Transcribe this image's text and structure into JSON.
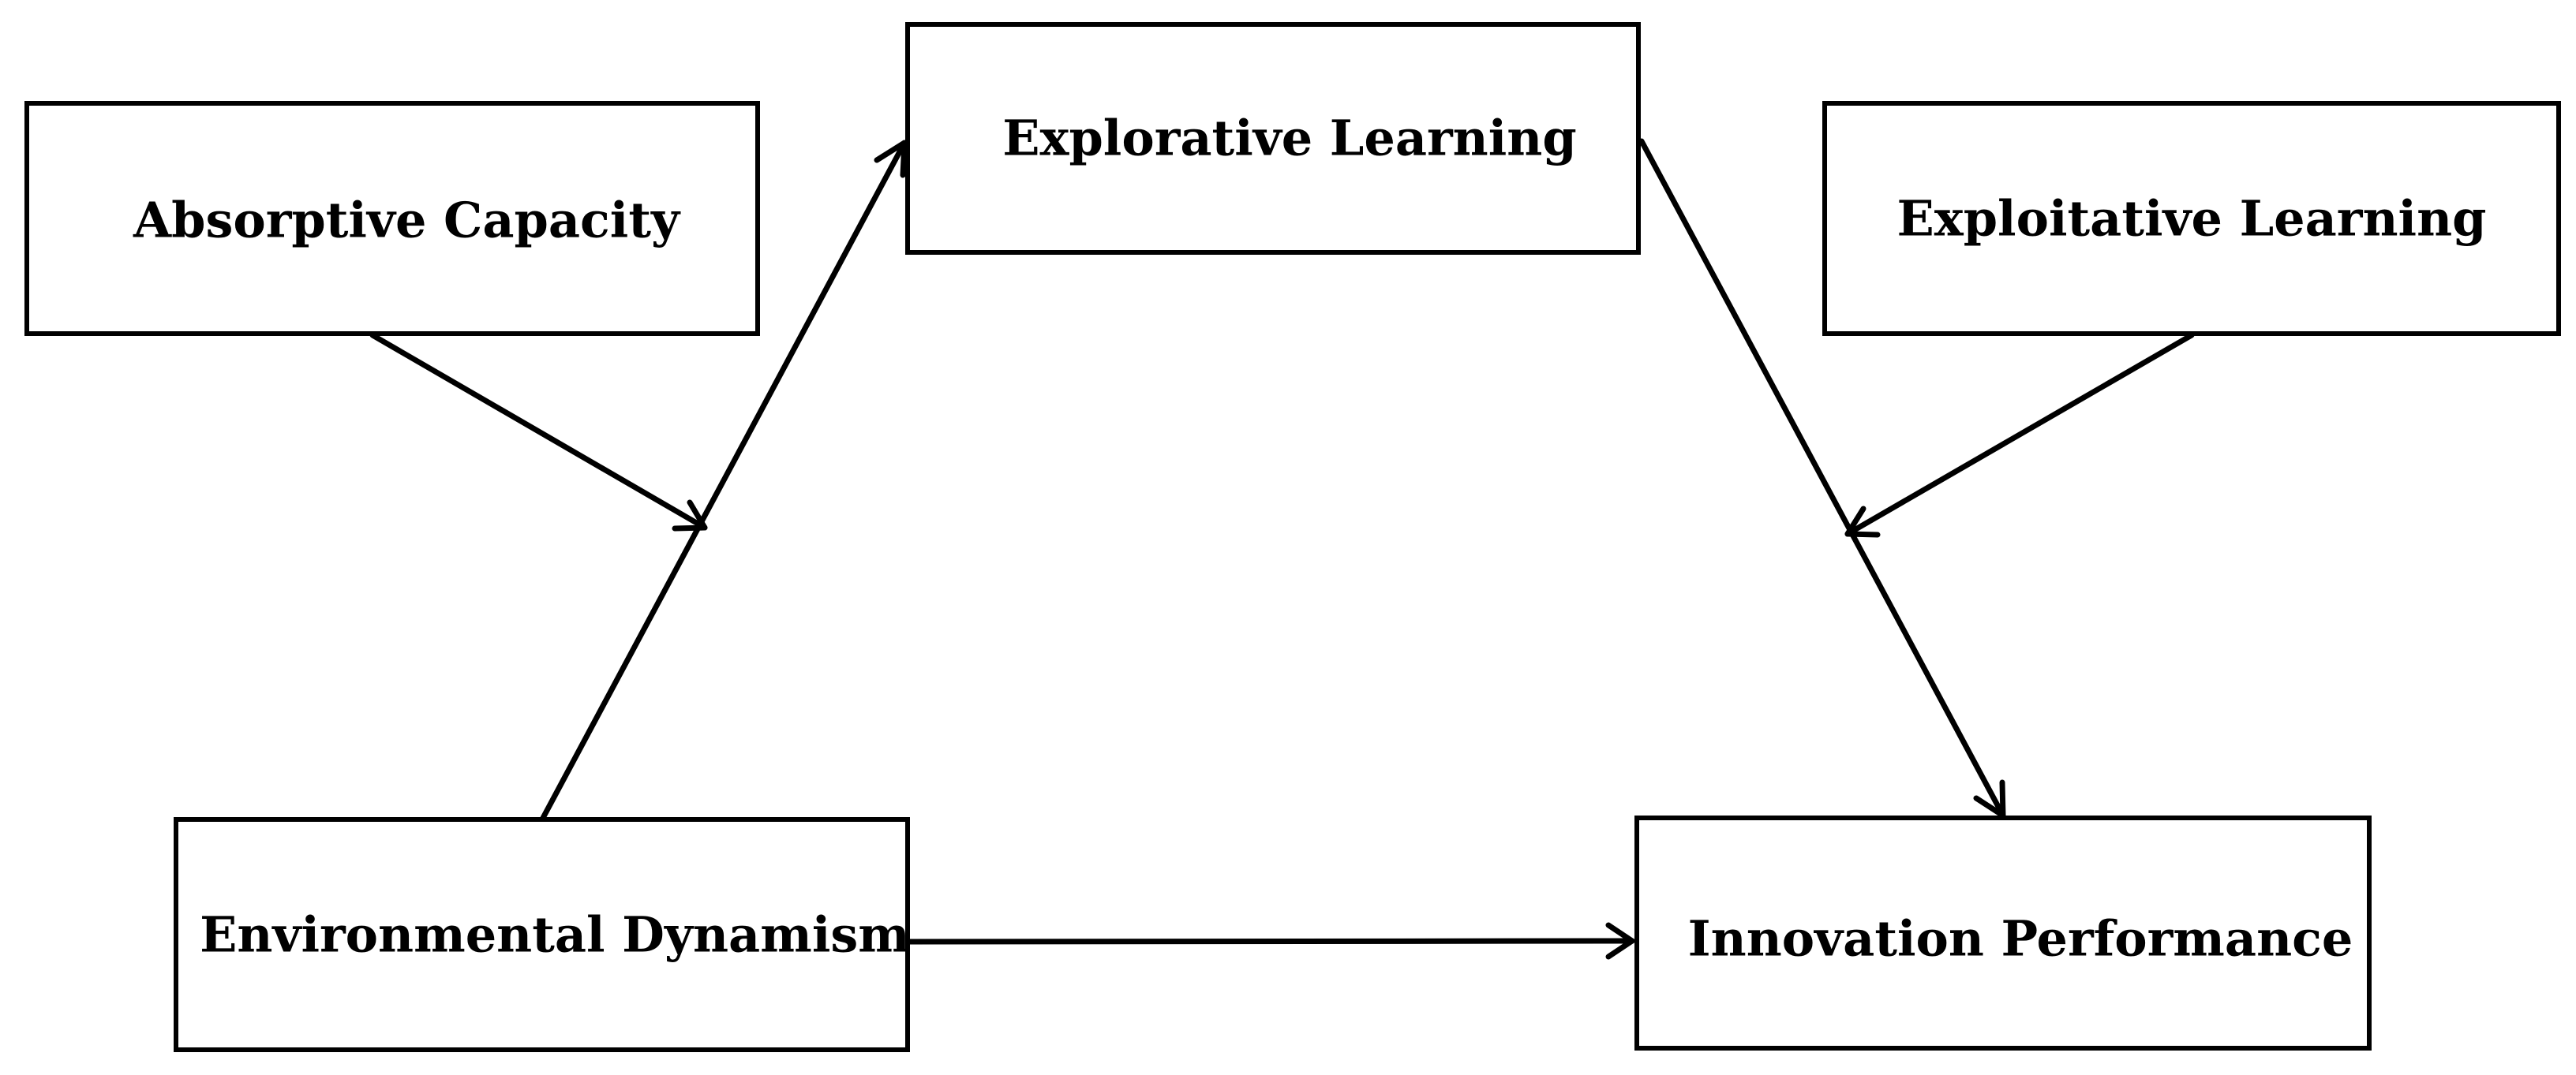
{
  "diagram": {
    "nodes": {
      "absorptive_capacity": "Absorptive Capacity",
      "explorative_learning": "Explorative Learning",
      "exploitative_learning": "Exploitative Learning",
      "environmental_dynamism": "Environmental Dynamism",
      "innovation_performance": "Innovation Performance"
    },
    "edges": [
      {
        "from": "environmental_dynamism",
        "to": "explorative_learning",
        "kind": "path"
      },
      {
        "from": "explorative_learning",
        "to": "innovation_performance",
        "kind": "path"
      },
      {
        "from": "environmental_dynamism",
        "to": "innovation_performance",
        "kind": "path"
      },
      {
        "from": "absorptive_capacity",
        "to": "environmental_dynamism->explorative_learning",
        "kind": "moderation"
      },
      {
        "from": "exploitative_learning",
        "to": "explorative_learning->innovation_performance",
        "kind": "moderation"
      }
    ],
    "colors": {
      "stroke": "#000000",
      "background": "#ffffff"
    }
  }
}
